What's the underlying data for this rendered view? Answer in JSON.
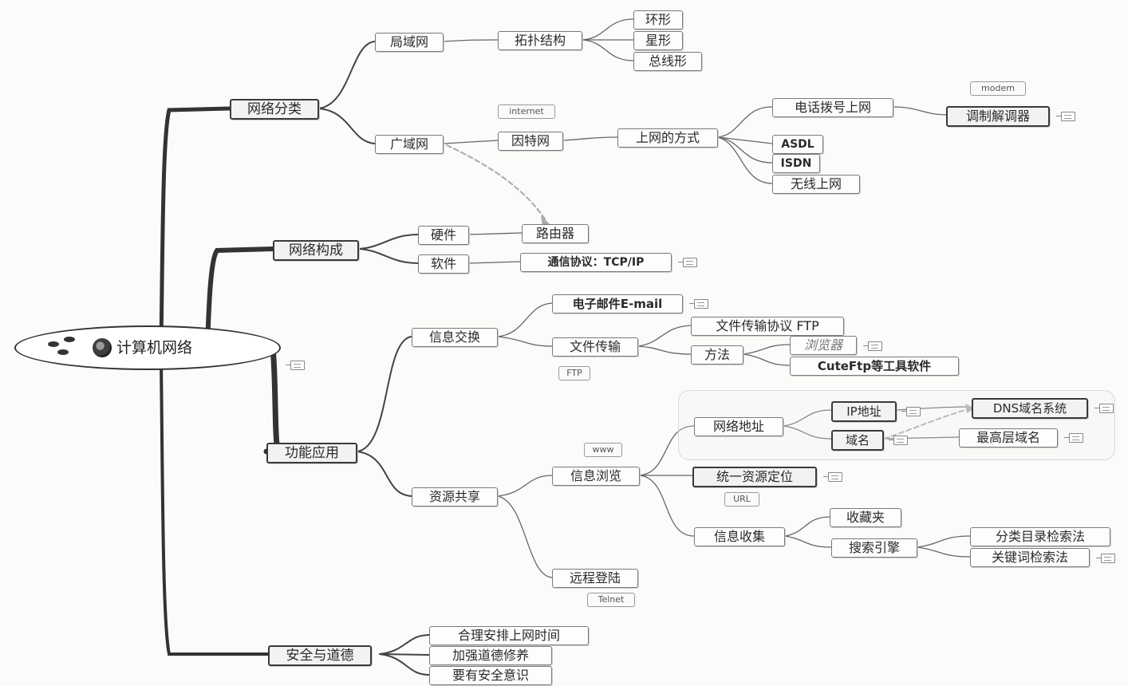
{
  "root": {
    "label": "计算机网络"
  },
  "nodes": {
    "n_class": "网络分类",
    "n_lan": "局域网",
    "n_topo": "拓扑结构",
    "n_ring": "环形",
    "n_star": "星形",
    "n_bus": "总线形",
    "n_wan": "广域网",
    "n_internet_tag": "internet",
    "n_internet": "因特网",
    "n_access": "上网的方式",
    "n_dialup": "电话拨号上网",
    "n_modem_tag": "modem",
    "n_modem": "调制解调器",
    "n_adsl": "ASDL",
    "n_isdn": "ISDN",
    "n_wireless": "无线上网",
    "n_compose": "网络构成",
    "n_hardware": "硬件",
    "n_router": "路由器",
    "n_software": "软件",
    "n_tcpip": "通信协议：TCP/IP",
    "n_func": "功能应用",
    "n_infoex": "信息交换",
    "n_email": "电子邮件E-mail",
    "n_ftrans": "文件传输",
    "n_ftp_tag": "FTP",
    "n_ftp": "文件传输协议 FTP",
    "n_method": "方法",
    "n_browser": "浏览器",
    "n_cuteftp": "CuteFtp等工具软件",
    "n_share": "资源共享",
    "n_browse": "信息浏览",
    "n_www_tag": "www",
    "n_netaddr": "网络地址",
    "n_ip": "IP地址",
    "n_dns": "DNS域名系统",
    "n_domain": "域名",
    "n_topdomain": "最高层域名",
    "n_url": "统一资源定位",
    "n_url_tag": "URL",
    "n_collect": "信息收集",
    "n_favorites": "收藏夹",
    "n_search": "搜索引擎",
    "n_catsearch": "分类目录检索法",
    "n_kwsearch": "关键词检索法",
    "n_remote": "远程登陆",
    "n_telnet_tag": "Telnet",
    "n_safety": "安全与道德",
    "n_time": "合理安排上网时间",
    "n_moral": "加强道德修养",
    "n_aware": "要有安全意识"
  }
}
